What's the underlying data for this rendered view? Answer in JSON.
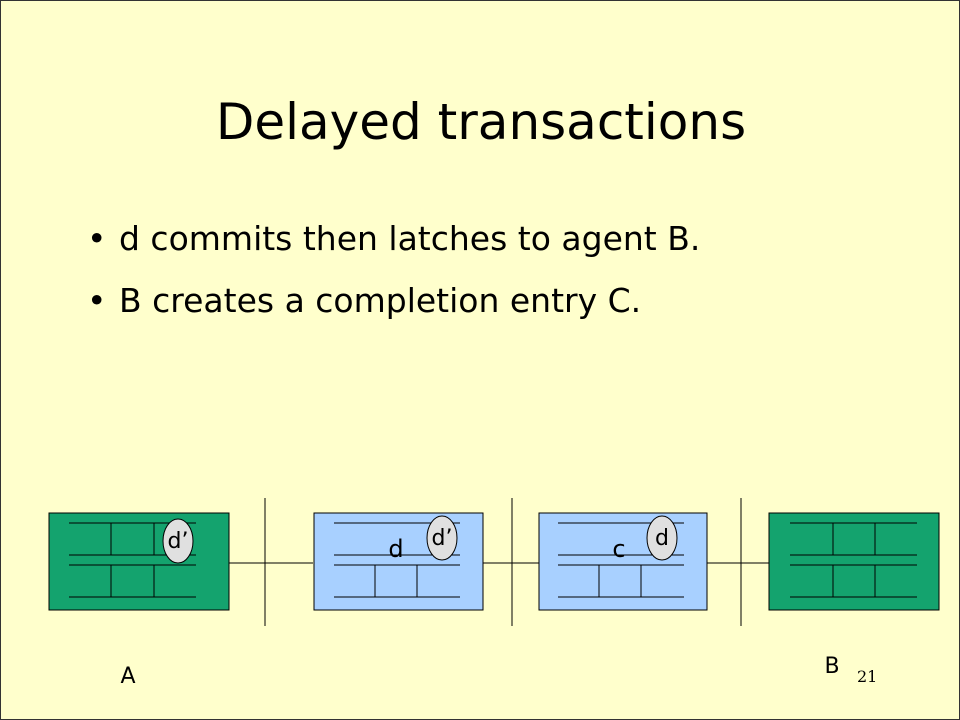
{
  "slide": {
    "title": "Delayed transactions",
    "bullets": [
      "d commits then latches to agent B.",
      "B creates a completion entry C."
    ],
    "page_number": "21"
  },
  "diagram": {
    "nodes": [
      {
        "id": "node-1",
        "color": "#14A36E",
        "cell_texts": [],
        "token": "d’"
      },
      {
        "id": "node-2",
        "color": "#A8D0FF",
        "cell_texts": [
          "d"
        ],
        "token": "d’"
      },
      {
        "id": "node-3",
        "color": "#A8D0FF",
        "cell_texts": [
          "c"
        ],
        "token": "d"
      },
      {
        "id": "node-4",
        "color": "#14A36E",
        "cell_texts": [],
        "token": ""
      }
    ],
    "agent_labels": [
      "A",
      "B"
    ]
  },
  "colors": {
    "background": "#FFFFCC",
    "green_node": "#14A36E",
    "blue_node": "#A8D0FF",
    "token_fill": "#E0E0E0"
  }
}
